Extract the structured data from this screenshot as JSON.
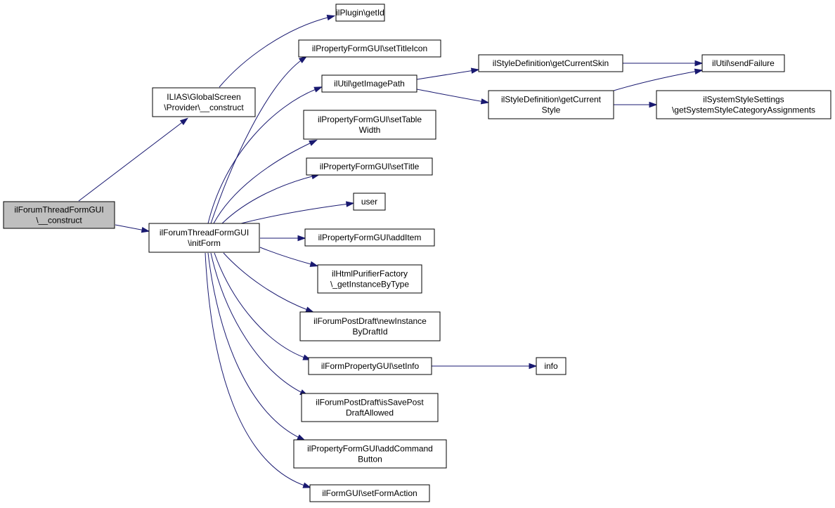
{
  "colors": {
    "edge": "#191970",
    "root_fill": "#bfbfbf",
    "node_fill": "#ffffff",
    "node_border": "#000000"
  },
  "nodes": [
    {
      "id": "forum_construct",
      "lines": [
        "ilForumThreadFormGUI",
        "\\__construct"
      ],
      "root": true
    },
    {
      "id": "globalscreen_construct",
      "lines": [
        "ILIAS\\GlobalScreen",
        "\\Provider\\__construct"
      ]
    },
    {
      "id": "plugin_getid",
      "lines": [
        "ilPlugin\\getId"
      ]
    },
    {
      "id": "initform",
      "lines": [
        "ilForumThreadFormGUI",
        "\\initForm"
      ]
    },
    {
      "id": "settitleicon",
      "lines": [
        "ilPropertyFormGUI\\setTitleIcon"
      ]
    },
    {
      "id": "getimagepath",
      "lines": [
        "ilUtil\\getImagePath"
      ]
    },
    {
      "id": "getcurrentskin",
      "lines": [
        "ilStyleDefinition\\getCurrentSkin"
      ]
    },
    {
      "id": "sendfailure",
      "lines": [
        "ilUtil\\sendFailure"
      ]
    },
    {
      "id": "getcurrentstyle",
      "lines": [
        "ilStyleDefinition\\getCurrent",
        "Style"
      ]
    },
    {
      "id": "syscat",
      "lines": [
        "ilSystemStyleSettings",
        "\\getSystemStyleCategoryAssignments"
      ]
    },
    {
      "id": "settablewidth",
      "lines": [
        "ilPropertyFormGUI\\setTable",
        "Width"
      ]
    },
    {
      "id": "settitle",
      "lines": [
        "ilPropertyFormGUI\\setTitle"
      ]
    },
    {
      "id": "user",
      "lines": [
        "user"
      ]
    },
    {
      "id": "additem",
      "lines": [
        "ilPropertyFormGUI\\addItem"
      ]
    },
    {
      "id": "purifier",
      "lines": [
        "ilHtmlPurifierFactory",
        "\\_getInstanceByType"
      ]
    },
    {
      "id": "newinstance",
      "lines": [
        "ilForumPostDraft\\newInstance",
        "ByDraftId"
      ]
    },
    {
      "id": "setinfo",
      "lines": [
        "ilFormPropertyGUI\\setInfo"
      ]
    },
    {
      "id": "info",
      "lines": [
        "info"
      ]
    },
    {
      "id": "issavepost",
      "lines": [
        "ilForumPostDraft\\isSavePost",
        "DraftAllowed"
      ]
    },
    {
      "id": "addcommand",
      "lines": [
        "ilPropertyFormGUI\\addCommand",
        "Button"
      ]
    },
    {
      "id": "setformaction",
      "lines": [
        "ilFormGUI\\setFormAction"
      ]
    }
  ],
  "edges": [
    {
      "from": "forum_construct",
      "to": "globalscreen_construct"
    },
    {
      "from": "forum_construct",
      "to": "initform"
    },
    {
      "from": "globalscreen_construct",
      "to": "plugin_getid"
    },
    {
      "from": "initform",
      "to": "settitleicon"
    },
    {
      "from": "initform",
      "to": "getimagepath"
    },
    {
      "from": "initform",
      "to": "settablewidth"
    },
    {
      "from": "initform",
      "to": "settitle"
    },
    {
      "from": "initform",
      "to": "user"
    },
    {
      "from": "initform",
      "to": "additem"
    },
    {
      "from": "initform",
      "to": "purifier"
    },
    {
      "from": "initform",
      "to": "newinstance"
    },
    {
      "from": "initform",
      "to": "setinfo"
    },
    {
      "from": "initform",
      "to": "issavepost"
    },
    {
      "from": "initform",
      "to": "addcommand"
    },
    {
      "from": "initform",
      "to": "setformaction"
    },
    {
      "from": "getimagepath",
      "to": "getcurrentskin"
    },
    {
      "from": "getimagepath",
      "to": "getcurrentstyle"
    },
    {
      "from": "getcurrentskin",
      "to": "sendfailure"
    },
    {
      "from": "getcurrentstyle",
      "to": "sendfailure"
    },
    {
      "from": "getcurrentstyle",
      "to": "syscat"
    },
    {
      "from": "setinfo",
      "to": "info"
    }
  ]
}
